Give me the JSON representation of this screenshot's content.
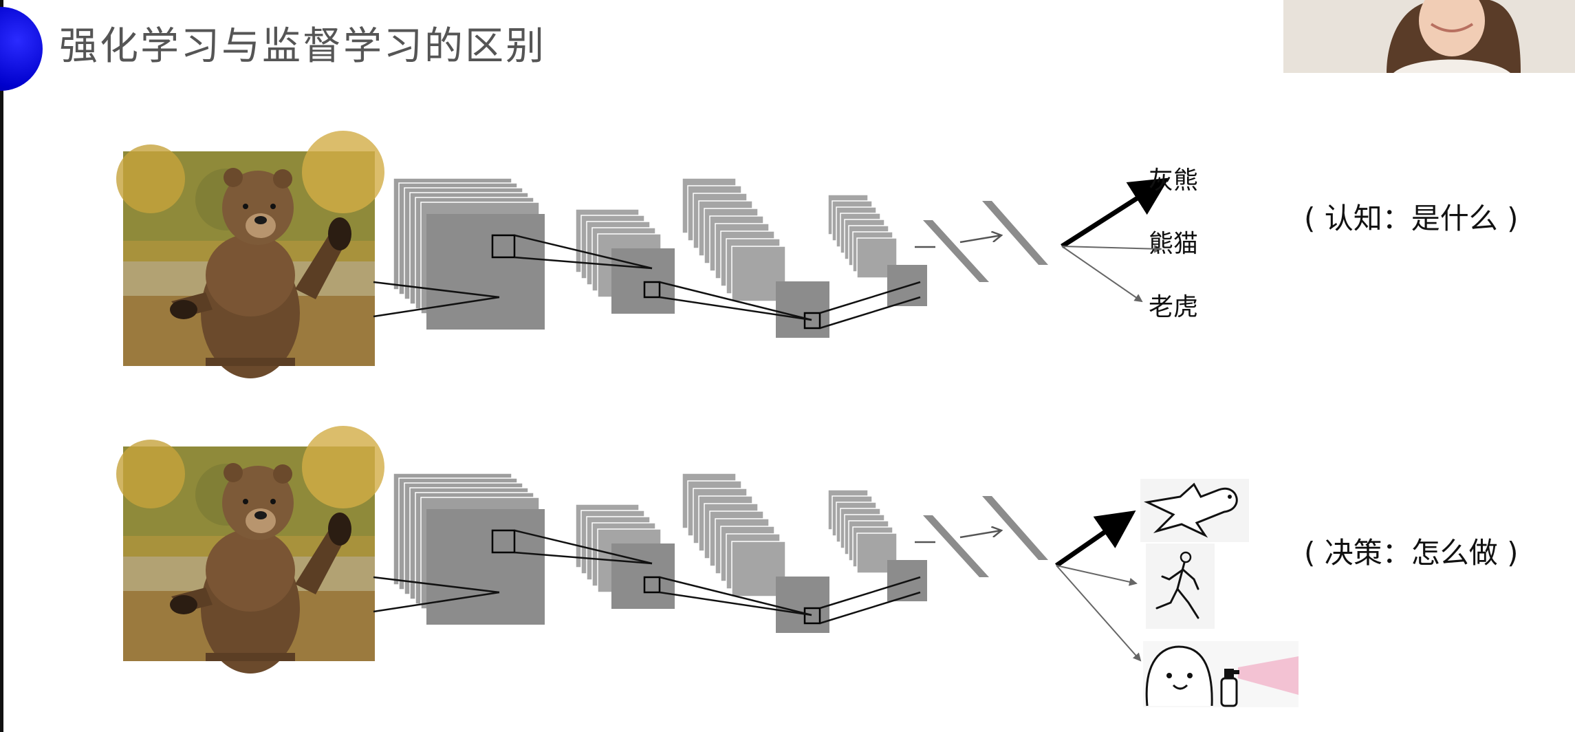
{
  "slide": {
    "title": "强化学习与监督学习的区别"
  },
  "top_row": {
    "classes": [
      "灰熊",
      "熊猫",
      "老虎"
    ],
    "annotation": "( 认知：是什么 )"
  },
  "bottom_row": {
    "actions": [
      "fly-away-icon",
      "run-away-icon",
      "spray-icon"
    ],
    "annotation": "( 决策：怎么做 )"
  },
  "colors": {
    "accent_dot": "#0000cc",
    "layer_fill": "#8c8c8c",
    "title_text": "#555555"
  }
}
